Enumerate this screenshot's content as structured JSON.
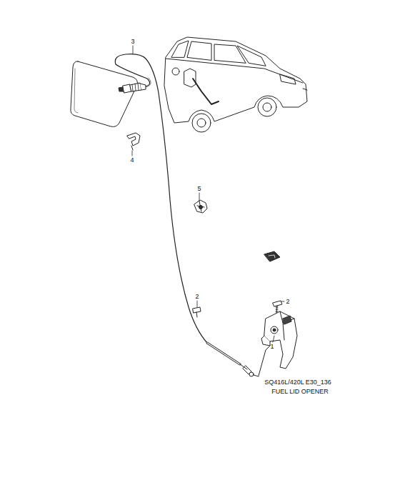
{
  "diagram": {
    "labels": [
      "3",
      "4",
      "5",
      "2",
      "2",
      "1",
      "SQ416L/420L E30_136",
      "FUEL LID OPENER"
    ]
  }
}
